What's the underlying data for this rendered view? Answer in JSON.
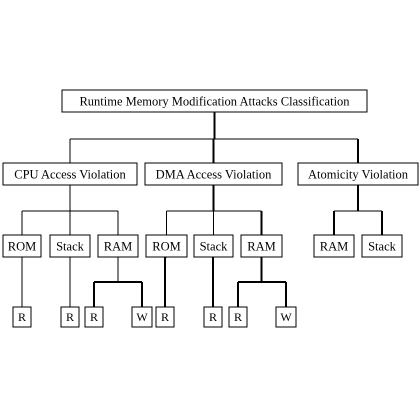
{
  "diagram": {
    "root": "Runtime Memory Modification Attacks Classification",
    "categories": [
      {
        "label": "CPU Access Violation",
        "children": [
          {
            "label": "ROM",
            "children": [
              {
                "label": "R"
              }
            ]
          },
          {
            "label": "Stack",
            "children": [
              {
                "label": "R"
              }
            ]
          },
          {
            "label": "RAM",
            "children": [
              {
                "label": "R"
              },
              {
                "label": "W"
              }
            ]
          }
        ]
      },
      {
        "label": "DMA Access Violation",
        "children": [
          {
            "label": "ROM",
            "children": [
              {
                "label": "R"
              }
            ]
          },
          {
            "label": "Stack",
            "children": [
              {
                "label": "R"
              }
            ]
          },
          {
            "label": "RAM",
            "children": [
              {
                "label": "R"
              },
              {
                "label": "W"
              }
            ]
          }
        ]
      },
      {
        "label": "Atomicity Violation",
        "children": [
          {
            "label": "RAM",
            "children": []
          },
          {
            "label": "Stack",
            "children": []
          }
        ]
      }
    ]
  }
}
